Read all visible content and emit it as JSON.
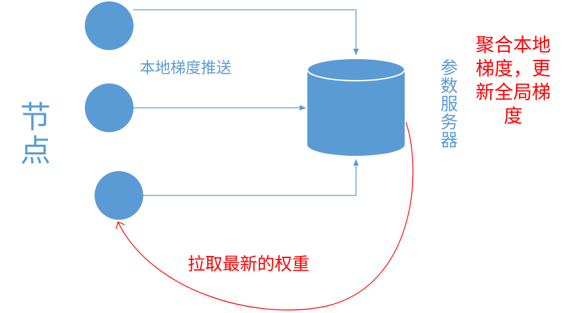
{
  "labels": {
    "push": "本地梯度推送",
    "node": "节点",
    "parameter_server": "参数服务器",
    "aggregate": "聚合本地梯度，更新全局梯度",
    "pull": "拉取最新的权重"
  },
  "colors": {
    "node_fill": "#5b9bd5",
    "connector": "#5b9bd5",
    "pull_arrow": "#ff0000",
    "text_blue": "#5b9bd5",
    "text_red": "#ff0000"
  }
}
